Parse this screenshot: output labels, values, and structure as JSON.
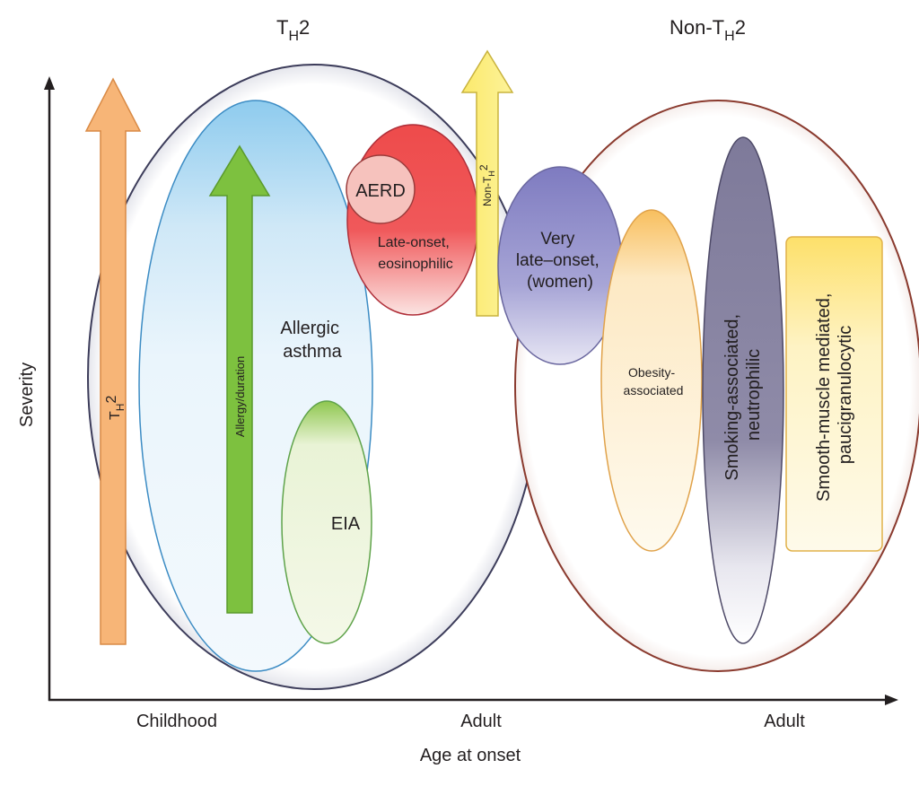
{
  "title": "Asthma phenotypes by age at onset and severity",
  "headers": {
    "th2": {
      "main": "T",
      "sub": "H",
      "tail": "2"
    },
    "non_th2": {
      "main": "Non-T",
      "sub": "H",
      "tail": "2"
    }
  },
  "axes": {
    "y_label": "Severity",
    "x_label": "Age at onset",
    "x_ticks": [
      "Childhood",
      "Adult",
      "Adult"
    ]
  },
  "arrows": {
    "th2": {
      "main": "T",
      "sub": "H",
      "tail": "2",
      "color": "#f7b577"
    },
    "non_th2": {
      "main": "Non-T",
      "sub": "H",
      "tail": "2",
      "color": "#fbef7a"
    },
    "allergy": {
      "label": "Allergy/duration",
      "color": "#7dc13f"
    }
  },
  "phenotypes": {
    "allergic_asthma": {
      "line1": "Allergic",
      "line2": "asthma",
      "color": "#8ecbee"
    },
    "eia": {
      "label": "EIA",
      "color": "#9ccc5a"
    },
    "aerd": {
      "label": "AERD",
      "color": "#f4b9b4"
    },
    "late_onset": {
      "line1": "Late-onset,",
      "line2": "eosinophilic",
      "color": "#ee4b4b"
    },
    "very_late_onset": {
      "line1": "Very",
      "line2": "late–onset,",
      "line3": "(women)",
      "color": "#8b88c8"
    },
    "obesity": {
      "line1": "Obesity-",
      "line2": "associated",
      "color": "#f8c26a"
    },
    "smoking": {
      "line1": "Smoking-associated,",
      "line2": "neutrophilic",
      "color": "#8a86a6"
    },
    "smooth_muscle": {
      "line1": "Smooth-muscle mediated,",
      "line2": "paucigranulocytic",
      "color": "#fde06a"
    }
  },
  "groups": {
    "th2_outline": "#3c3c5a",
    "non_th2_outline": "#8a3a2e"
  }
}
